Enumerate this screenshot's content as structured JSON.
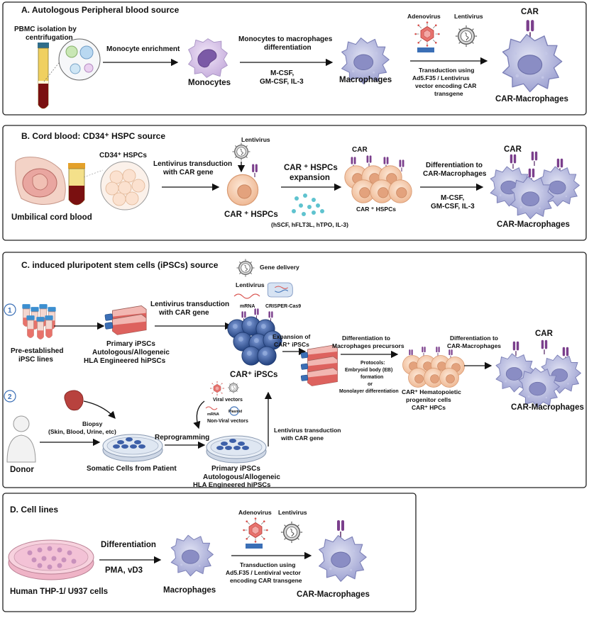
{
  "panelA": {
    "title": "A. Autologous Peripheral blood source",
    "pbmc": [
      "PBMC isolation by",
      "centrifugation"
    ],
    "enrichment": "Monocyte enrichment",
    "monocytes": "Monocytes",
    "differentiation": [
      "Monocytes to macrophages",
      "differentiation"
    ],
    "cytokines": [
      "M-CSF,",
      "GM-CSF, IL-3"
    ],
    "macrophages": "Macrophages",
    "adenovirus": "Adenovirus",
    "lentivirus": "Lentivirus",
    "car": "CAR",
    "transduction": [
      "Transduction using",
      "Ad5.F35 / Lentivirus",
      "vector encoding CAR",
      "transgene"
    ],
    "carMacrophages": "CAR-Macrophages"
  },
  "panelB": {
    "title": "B. Cord blood: CD34⁺ HSPC source",
    "cd34": "CD34⁺ HSPCs",
    "umbilical": "Umbilical cord blood",
    "transduction": [
      "Lentivirus transduction",
      "with CAR gene"
    ],
    "lentivirus": "Lentivirus",
    "carHspcs": "CAR ⁺ HSPCs",
    "expansion": [
      "CAR ⁺ HSPCs",
      "expansion"
    ],
    "expansionFactors": "(hSCF, hFLT3L, hTPO,  IL-3)",
    "carTop": "CAR",
    "carHspcsSmall": "CAR ⁺ HSPCs",
    "differentiation": [
      "Differentiation to",
      "CAR-Macrophages"
    ],
    "cytokines": [
      "M-CSF,",
      "GM-CSF, IL-3"
    ],
    "carRight": "CAR",
    "carMacrophages": "CAR-Macrophages"
  },
  "panelC": {
    "title": "C. induced pluripotent stem cells (iPSCs) source",
    "geneDelivery": "Gene delivery",
    "lentivirus": "Lentivirus",
    "mrna": "mRNA",
    "crispr": "CRISPER-Cas9",
    "step1": "1",
    "step2": "2",
    "preEstablished": [
      "Pre-established",
      "iPSC lines"
    ],
    "primary": [
      "Primary iPSCs",
      "Autologous/Allogeneic",
      "HLA Engineered hiPSCs"
    ],
    "lentiTransduction": [
      "Lentivirus transduction",
      "with CAR gene"
    ],
    "carIpscs": "CAR⁺ iPSCs",
    "expansion": [
      "Expansion of",
      "CAR⁺ iPSCs"
    ],
    "diffPrecursors": [
      "Differentiation to",
      "Macrophages precursors"
    ],
    "protocols": [
      "Protocols:",
      "Embryoid body (EB)",
      "formation",
      "or",
      "Monolayer differentiation"
    ],
    "hematopoietic": [
      "CAR⁺ Hematopoietic",
      "progenitor cells",
      "CAR⁺ HPCs"
    ],
    "diffCarMac": [
      "Differentiation to",
      "CAR-Macrophages"
    ],
    "car": "CAR",
    "carMacrophages": "CAR-Macrophages",
    "viralVectors": "Viral vectors",
    "mrnaSmall": "mRNA",
    "plasmid": "Plasmid",
    "nonViral": "Non-Viral vectors",
    "biopsy": [
      "Biopsy",
      "(Skin, Blood, Urine, etc)"
    ],
    "reprogramming": "Reprogramming",
    "somatic": "Somatic Cells from Patient",
    "primary2": [
      "Primary iPSCs",
      "Autologous/Allogeneic",
      "HLA Engineered hiPSCs"
    ],
    "lentiTransduction2": [
      "Lentivirus transduction",
      "with CAR gene"
    ],
    "donor": "Donor"
  },
  "panelD": {
    "title": "D. Cell lines",
    "differentiation": "Differentiation",
    "pma": "PMA, vD3",
    "thp": "Human THP-1/ U937 cells",
    "macrophages": "Macrophages",
    "adenovirus": "Adenovirus",
    "lentivirus": "Lentivirus",
    "transduction": [
      "Transduction using",
      "Ad5.F35 / Lentiviral vector",
      "encoding CAR transgene"
    ],
    "carMacrophages": "CAR-Macrophages"
  },
  "colors": {
    "macrophage": "#a9acd6",
    "car": "#7b3f8c",
    "hspc": "#f2c9a6",
    "ipsc": "#3d5fa8",
    "petri": "#f3c2d6",
    "adenovirus": "#d9534f",
    "tube": "#f0d060",
    "blood": "#7a1010"
  }
}
